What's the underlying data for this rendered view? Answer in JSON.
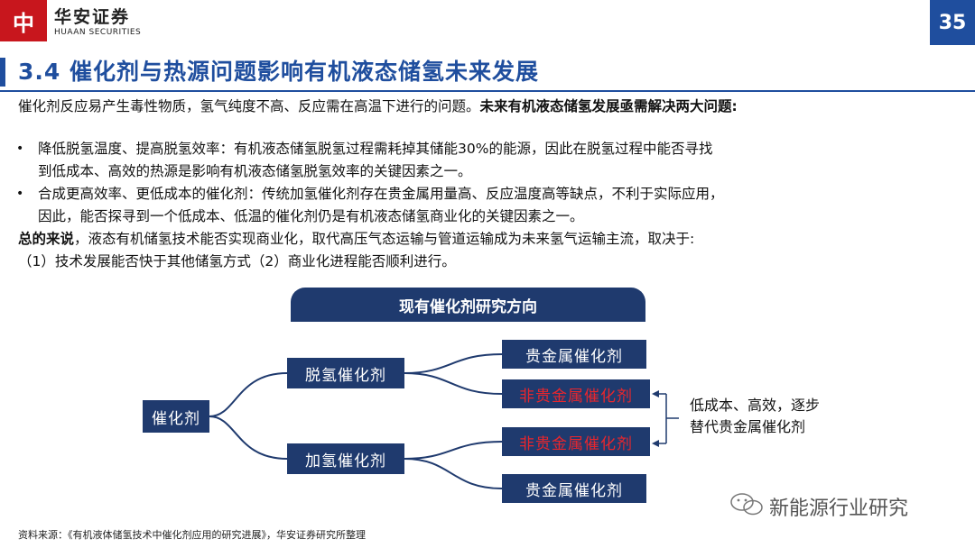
{
  "header": {
    "logo_glyph": "中",
    "brand_cn": "华安证券",
    "brand_en": "HUAAN SECURITIES",
    "page_number": "35"
  },
  "title": "3.4 催化剂与热源问题影响有机液态储氢未来发展",
  "intro": {
    "normal": "催化剂反应易产生毒性物质，氢气纯度不高、反应需在高温下进行的问题。",
    "bold": "未来有机液态储氢发展亟需解决两大问题:"
  },
  "bullets": [
    {
      "line1": "降低脱氢温度、提高脱氢效率：有机液态储氢脱氢过程需耗掉其储能30%的能源，因此在脱氢过程中能否寻找",
      "line2": "到低成本、高效的热源是影响有机液态储氢脱氢效率的关键因素之一。"
    },
    {
      "line1": "合成更高效率、更低成本的催化剂：传统加氢催化剂存在贵金属用量高、反应温度高等缺点，不利于实际应用，",
      "line2": "因此，能否探寻到一个低成本、低温的催化剂仍是有机液态储氢商业化的关键因素之一。"
    }
  ],
  "summary": {
    "bold": "总的来说",
    "text": "，液态有机储氢技术能否实现商业化，取代高压气态运输与管道运输成为未来氢气运输主流，取决于:",
    "line2": "（1）技术发展能否快于其他储氢方式（2）商业化进程能否顺利进行。"
  },
  "diagram": {
    "header": "现有催化剂研究方向",
    "root": "催化剂",
    "branch_top": "脱氢催化剂",
    "branch_bottom": "加氢催化剂",
    "leaves": [
      "贵金属催化剂",
      "非贵金属催化剂",
      "非贵金属催化剂",
      "贵金属催化剂"
    ],
    "note_line1": "低成本、高效，逐步",
    "note_line2": "替代贵金属催化剂",
    "colors": {
      "box": "#1f3a6e",
      "line": "#1f3a6e",
      "highlight": "#e8262d"
    }
  },
  "footer": "资料来源：《有机液体储氢技术中催化剂应用的研究进展》，华安证券研究所整理",
  "watermark": "新能源行业研究"
}
